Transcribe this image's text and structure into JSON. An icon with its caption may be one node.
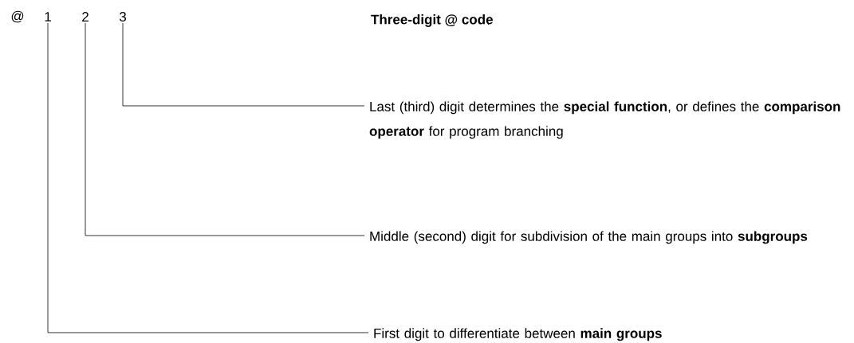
{
  "diagram": {
    "title": "Three-digit @ code",
    "nodes": [
      {
        "text": [
          "1"
        ]
      },
      {
        "text": [
          "2"
        ]
      },
      {
        "text": [
          "3"
        ]
      },
      {
        "text": [
          "Last (third) digit determines the **special function**, or defines the **comparison operator** for program branching"
        ]
      },
      {
        "text": [
          "Middle (second) digit for subdivision of the main groups into **subgroups**"
        ]
      },
      {
        "text": [
          "First digit to differentiate between **main groups**"
        ]
      }
    ],
    "edges": [
      {
        "from": 2,
        "to": 3,
        "arrow": "none"
      },
      {
        "from": 1,
        "to": 4,
        "arrow": "none"
      },
      {
        "from": 0,
        "to": 5,
        "arrow": "none"
      }
    ],
    "labels": [
      "@"
    ]
  }
}
